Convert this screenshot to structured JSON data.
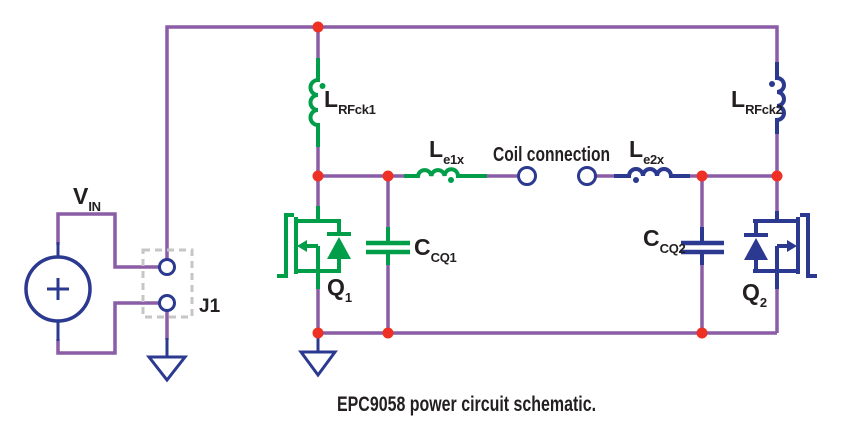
{
  "figure": {
    "caption": "EPC9058 power circuit schematic."
  },
  "colors": {
    "wire": "#8a5da6",
    "green": "#009e49",
    "navy": "#2b3990",
    "red": "#ee3124",
    "text": "#231f20",
    "dashed": "#c6c6c6",
    "bg": "#ffffff"
  },
  "labels": {
    "vin": {
      "main": "V",
      "sub": "IN"
    },
    "j1": {
      "text": "J1"
    },
    "l_rfck1": {
      "main": "L",
      "sub": "RFck1"
    },
    "l_rfck2": {
      "main": "L",
      "sub": "RFck2"
    },
    "l_e1x": {
      "main": "L",
      "sub": "e1x"
    },
    "l_e2x": {
      "main": "L",
      "sub": "e2x"
    },
    "coil_connection": {
      "text": "Coil connection"
    },
    "c_cq1": {
      "main": "C",
      "sub": "CQ1"
    },
    "c_cq2": {
      "main": "C",
      "sub": "CQ2"
    },
    "q1": {
      "main": "Q",
      "sub": "1"
    },
    "q2": {
      "main": "Q",
      "sub": "2"
    }
  },
  "symbols": {
    "source_plus": "+"
  }
}
